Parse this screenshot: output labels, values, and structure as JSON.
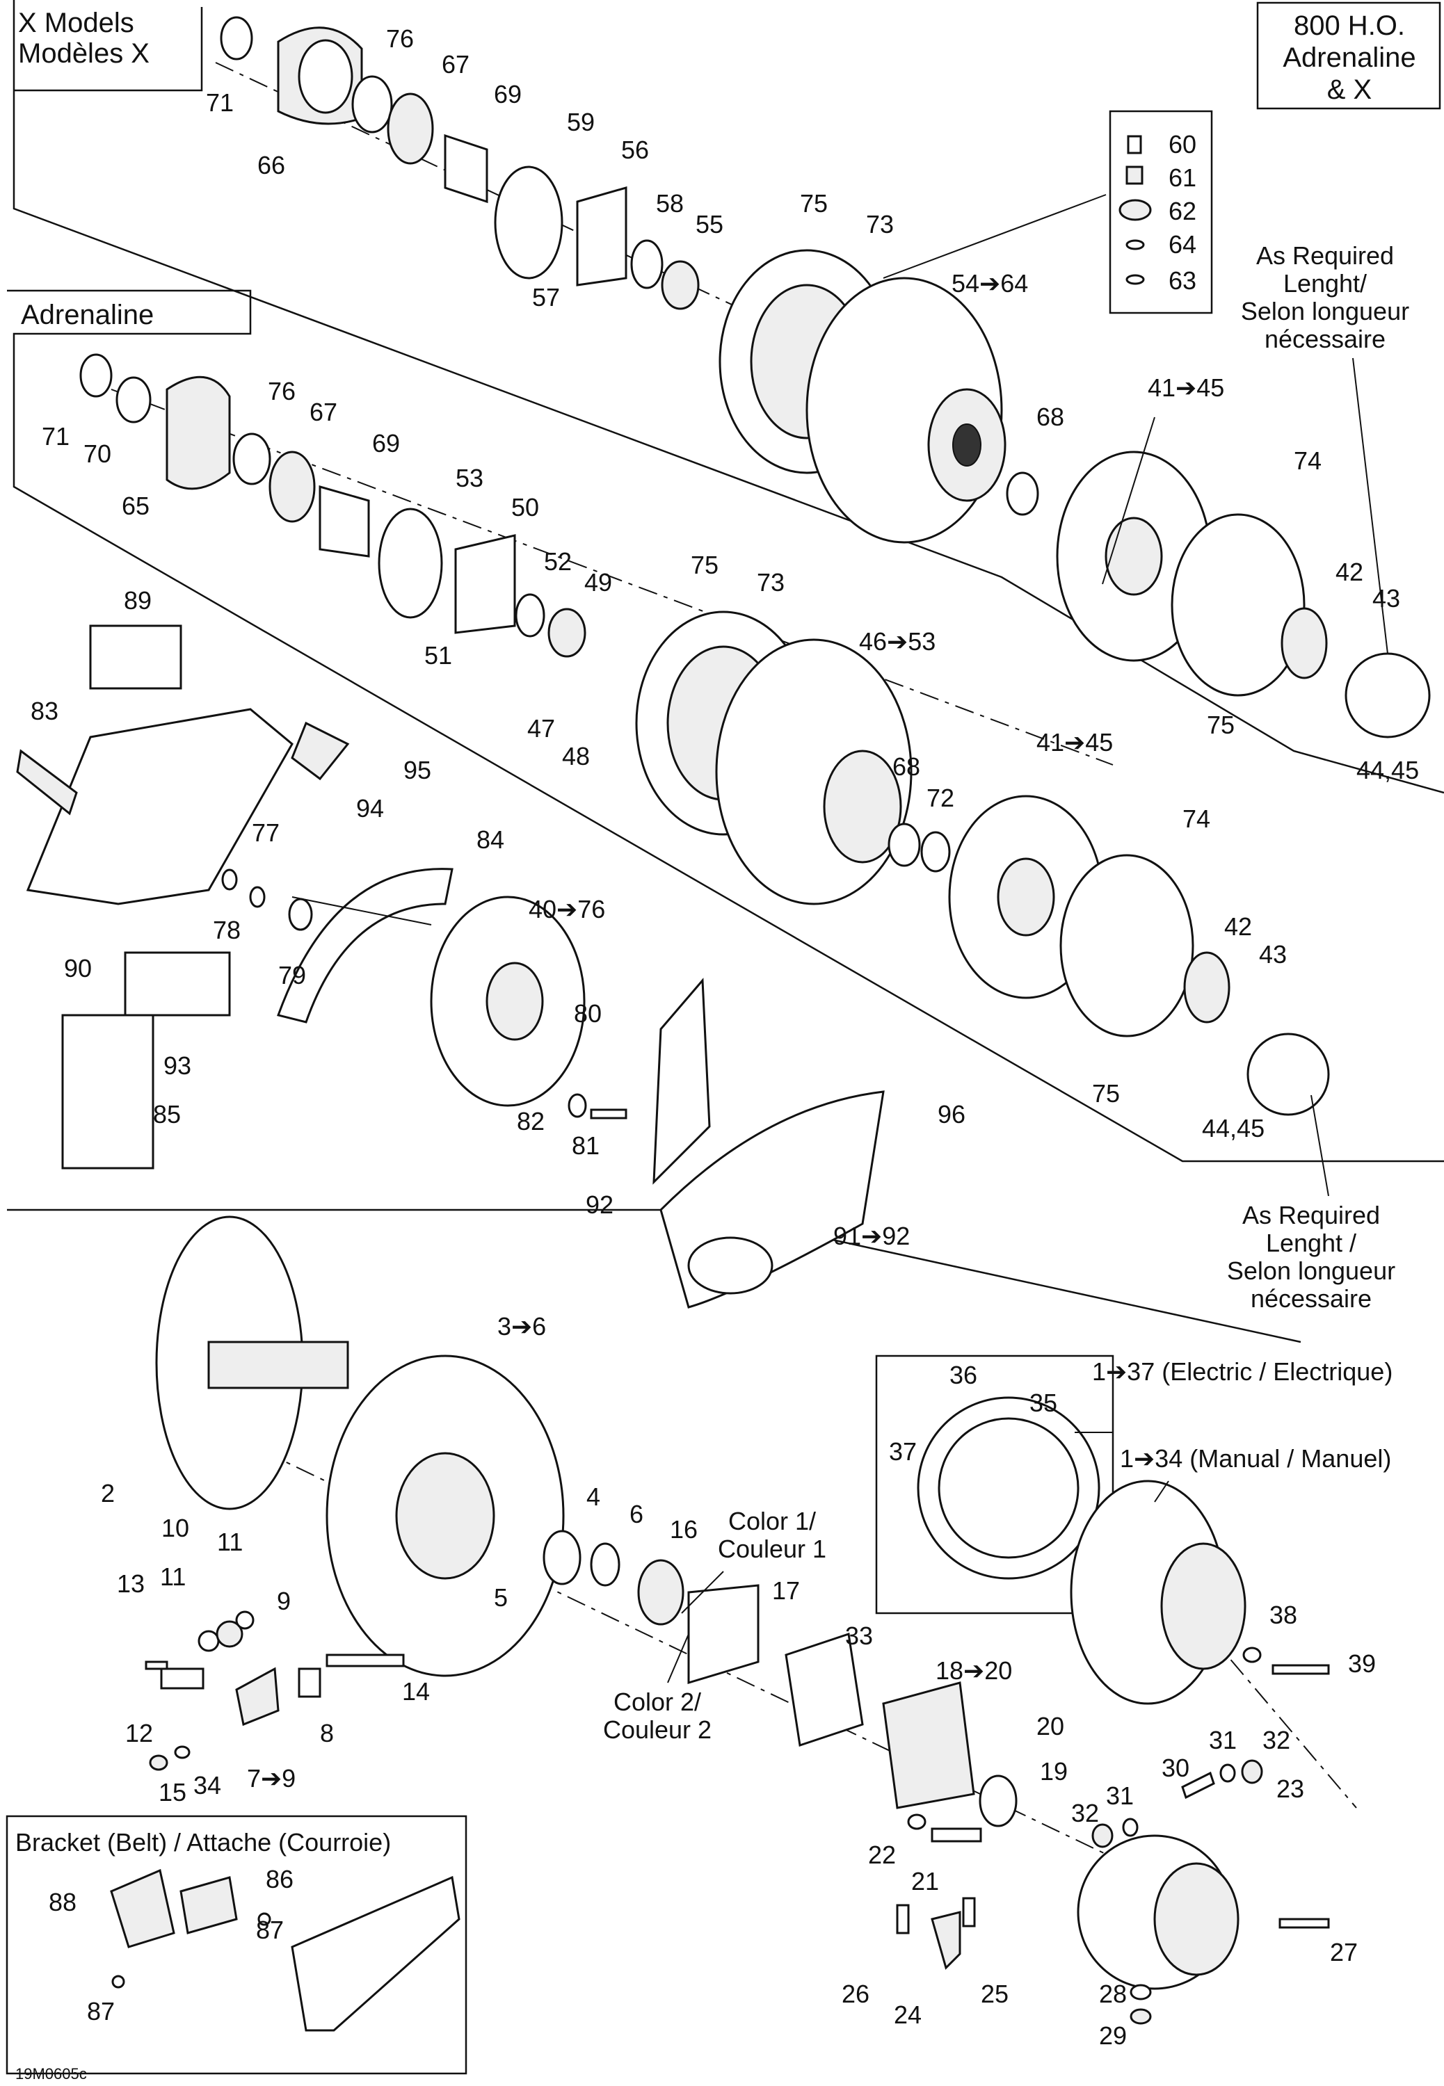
{
  "headings": {
    "x_models_en": "X Models",
    "x_models_fr": "Modèles X",
    "model_box": [
      "800 H.O.",
      "Adrenaline",
      "& X"
    ],
    "adrenaline": "Adrenaline",
    "bracket_box": "Bracket (Belt) / Attache (Courroie)"
  },
  "notes": {
    "as_required_1": [
      "As Required",
      "Lenght/",
      "Selon longueur",
      "nécessaire"
    ],
    "as_required_2": [
      "As Required",
      "Lenght /",
      "Selon longueur",
      "nécessaire"
    ],
    "electric": "1➔37 (Electric / Electrique)",
    "manual": "1➔34 (Manual / Manuel)",
    "color1": [
      "Color 1/",
      "Couleur 1"
    ],
    "color2": [
      "Color 2/",
      "Couleur 2"
    ]
  },
  "drawing_code": "19M0605c",
  "callouts": [
    "71",
    "66",
    "76",
    "67",
    "69",
    "59",
    "56",
    "58",
    "55",
    "57",
    "75",
    "73",
    "54➔64",
    "60",
    "61",
    "62",
    "64",
    "63",
    "71",
    "70",
    "65",
    "76",
    "67",
    "69",
    "53",
    "50",
    "52",
    "49",
    "51",
    "75",
    "73",
    "46➔53",
    "68",
    "41➔45",
    "74",
    "42",
    "43",
    "44,45",
    "75",
    "89",
    "83",
    "94",
    "95",
    "77",
    "78",
    "79",
    "90",
    "84",
    "93",
    "85",
    "40➔76",
    "80",
    "82",
    "81",
    "47",
    "48",
    "68",
    "72",
    "41➔45",
    "74",
    "42",
    "43",
    "75",
    "44,45",
    "92",
    "96",
    "91➔92",
    "2",
    "3➔6",
    "4",
    "6",
    "5",
    "16",
    "17",
    "33",
    "18➔20",
    "20",
    "19",
    "36",
    "35",
    "37",
    "38",
    "39",
    "10",
    "11",
    "13",
    "11",
    "9",
    "14",
    "12",
    "8",
    "15",
    "34",
    "7➔9",
    "22",
    "21",
    "32",
    "31",
    "30",
    "31",
    "32",
    "23",
    "27",
    "28",
    "29",
    "26",
    "24",
    "25",
    "88",
    "86",
    "87",
    "87"
  ]
}
